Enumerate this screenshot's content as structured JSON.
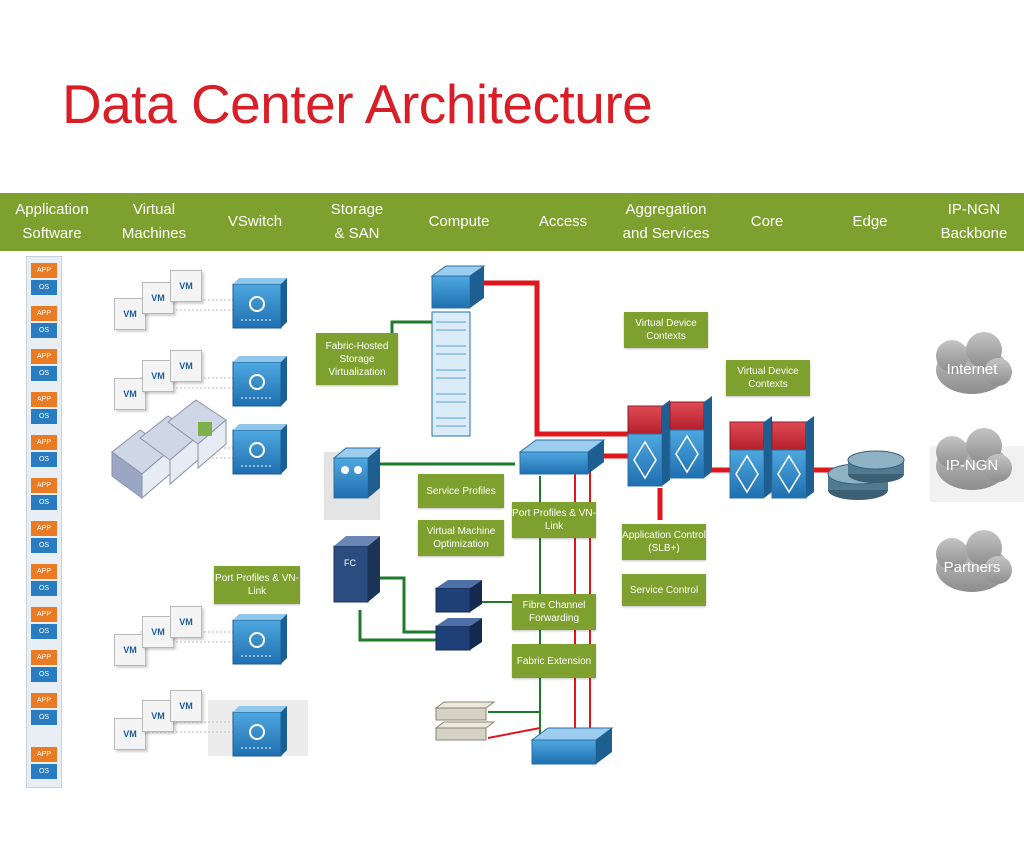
{
  "title": "Data Center Architecture",
  "columns": [
    {
      "label": "Application\nSoftware"
    },
    {
      "label": "Virtual\nMachines"
    },
    {
      "label": "VSwitch"
    },
    {
      "label": "Storage\n& SAN"
    },
    {
      "label": "Compute"
    },
    {
      "label": "Access"
    },
    {
      "label": "Aggregation\nand Services"
    },
    {
      "label": "Core"
    },
    {
      "label": "Edge"
    },
    {
      "label": "IP-NGN\nBackbone"
    }
  ],
  "app_stack": {
    "app_label": "APP",
    "os_label": "OS",
    "count": 12
  },
  "vm_label": "VM",
  "labels": {
    "fabric_hosted": "Fabric-Hosted\nStorage\nVirtualization",
    "virtual_device_contexts_1": "Virtual Device\nContexts",
    "virtual_device_contexts_2": "Virtual Device\nContexts",
    "service_profiles": "Service Profiles",
    "vm_optimization": "Virtual Machine\nOptimization",
    "port_profiles_access": "Port Profiles & VN-\nLink",
    "port_profiles_vm": "Port Profiles & VN-\nLink",
    "app_control": "Application Control\n(SLB+)",
    "service_control": "Service Control",
    "fibre_channel": "Fibre Channel\nForwarding",
    "fabric_extension": "Fabric Extension",
    "fc_label": "FC"
  },
  "clouds": {
    "internet": "Internet",
    "ipngn": "IP-NGN",
    "partners": "Partners"
  },
  "colors": {
    "title": "#d81e27",
    "header": "#7da02e",
    "label_bg": "#7da02e",
    "link_red": "#e0161e",
    "link_green": "#1f7a2e",
    "switch_blue": "#2b86c8",
    "cloud": "#a9a9a9"
  }
}
